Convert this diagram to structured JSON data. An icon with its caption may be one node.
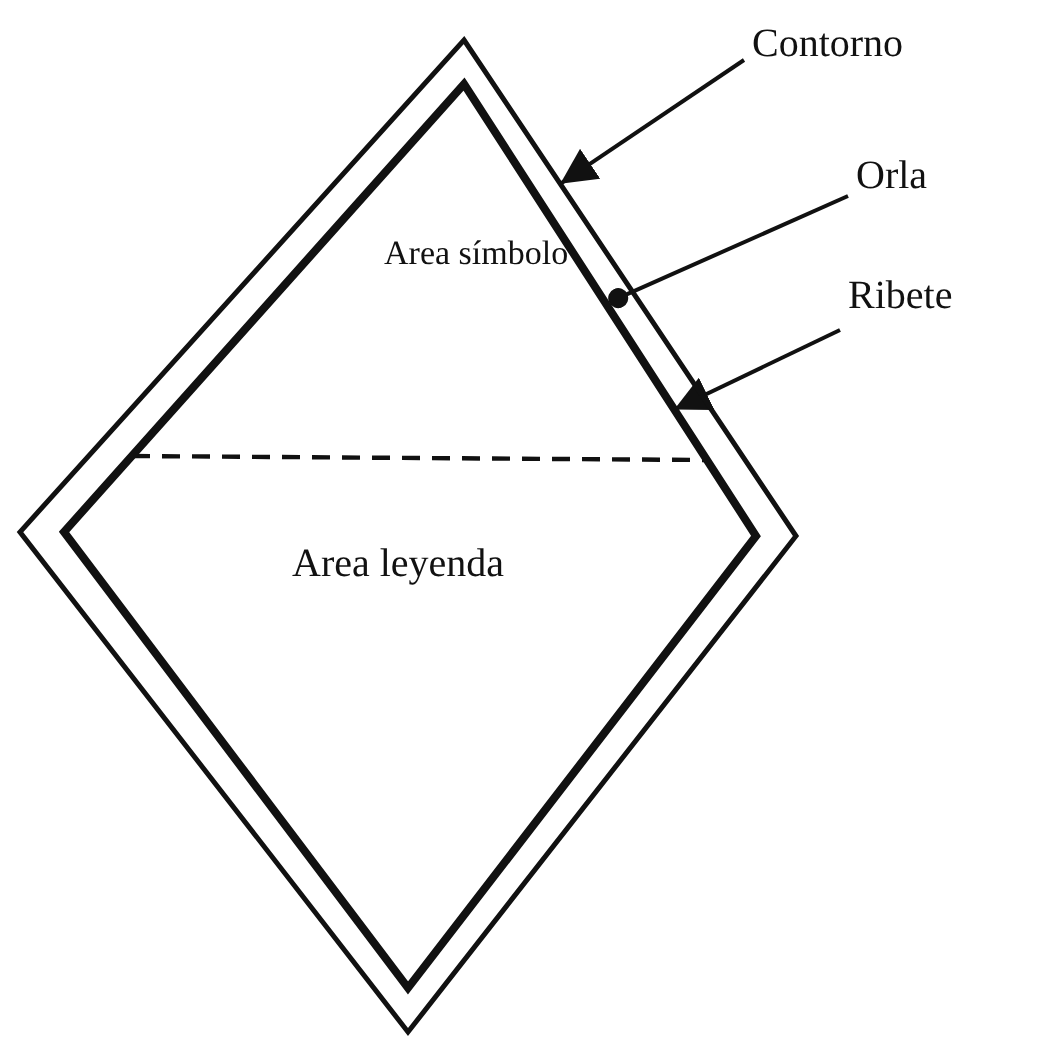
{
  "diagram": {
    "nodes": [
      {
        "text": [
          "Contorno"
        ]
      },
      {
        "text": [
          "Orla"
        ]
      },
      {
        "text": [
          "Ribete"
        ]
      },
      {
        "text": [],
        "shape": "diamond"
      },
      {
        "text": [],
        "shape": "diamond",
        "in": 3
      }
    ],
    "edges": [
      {
        "from": 0,
        "to": 3,
        "arrow": "to"
      },
      {
        "from": 1,
        "to": 4,
        "arrow": "other"
      },
      {
        "from": 2,
        "to": 4,
        "arrow": "to"
      }
    ],
    "labels": [
      "Area símbolo",
      "Area leyenda"
    ]
  }
}
